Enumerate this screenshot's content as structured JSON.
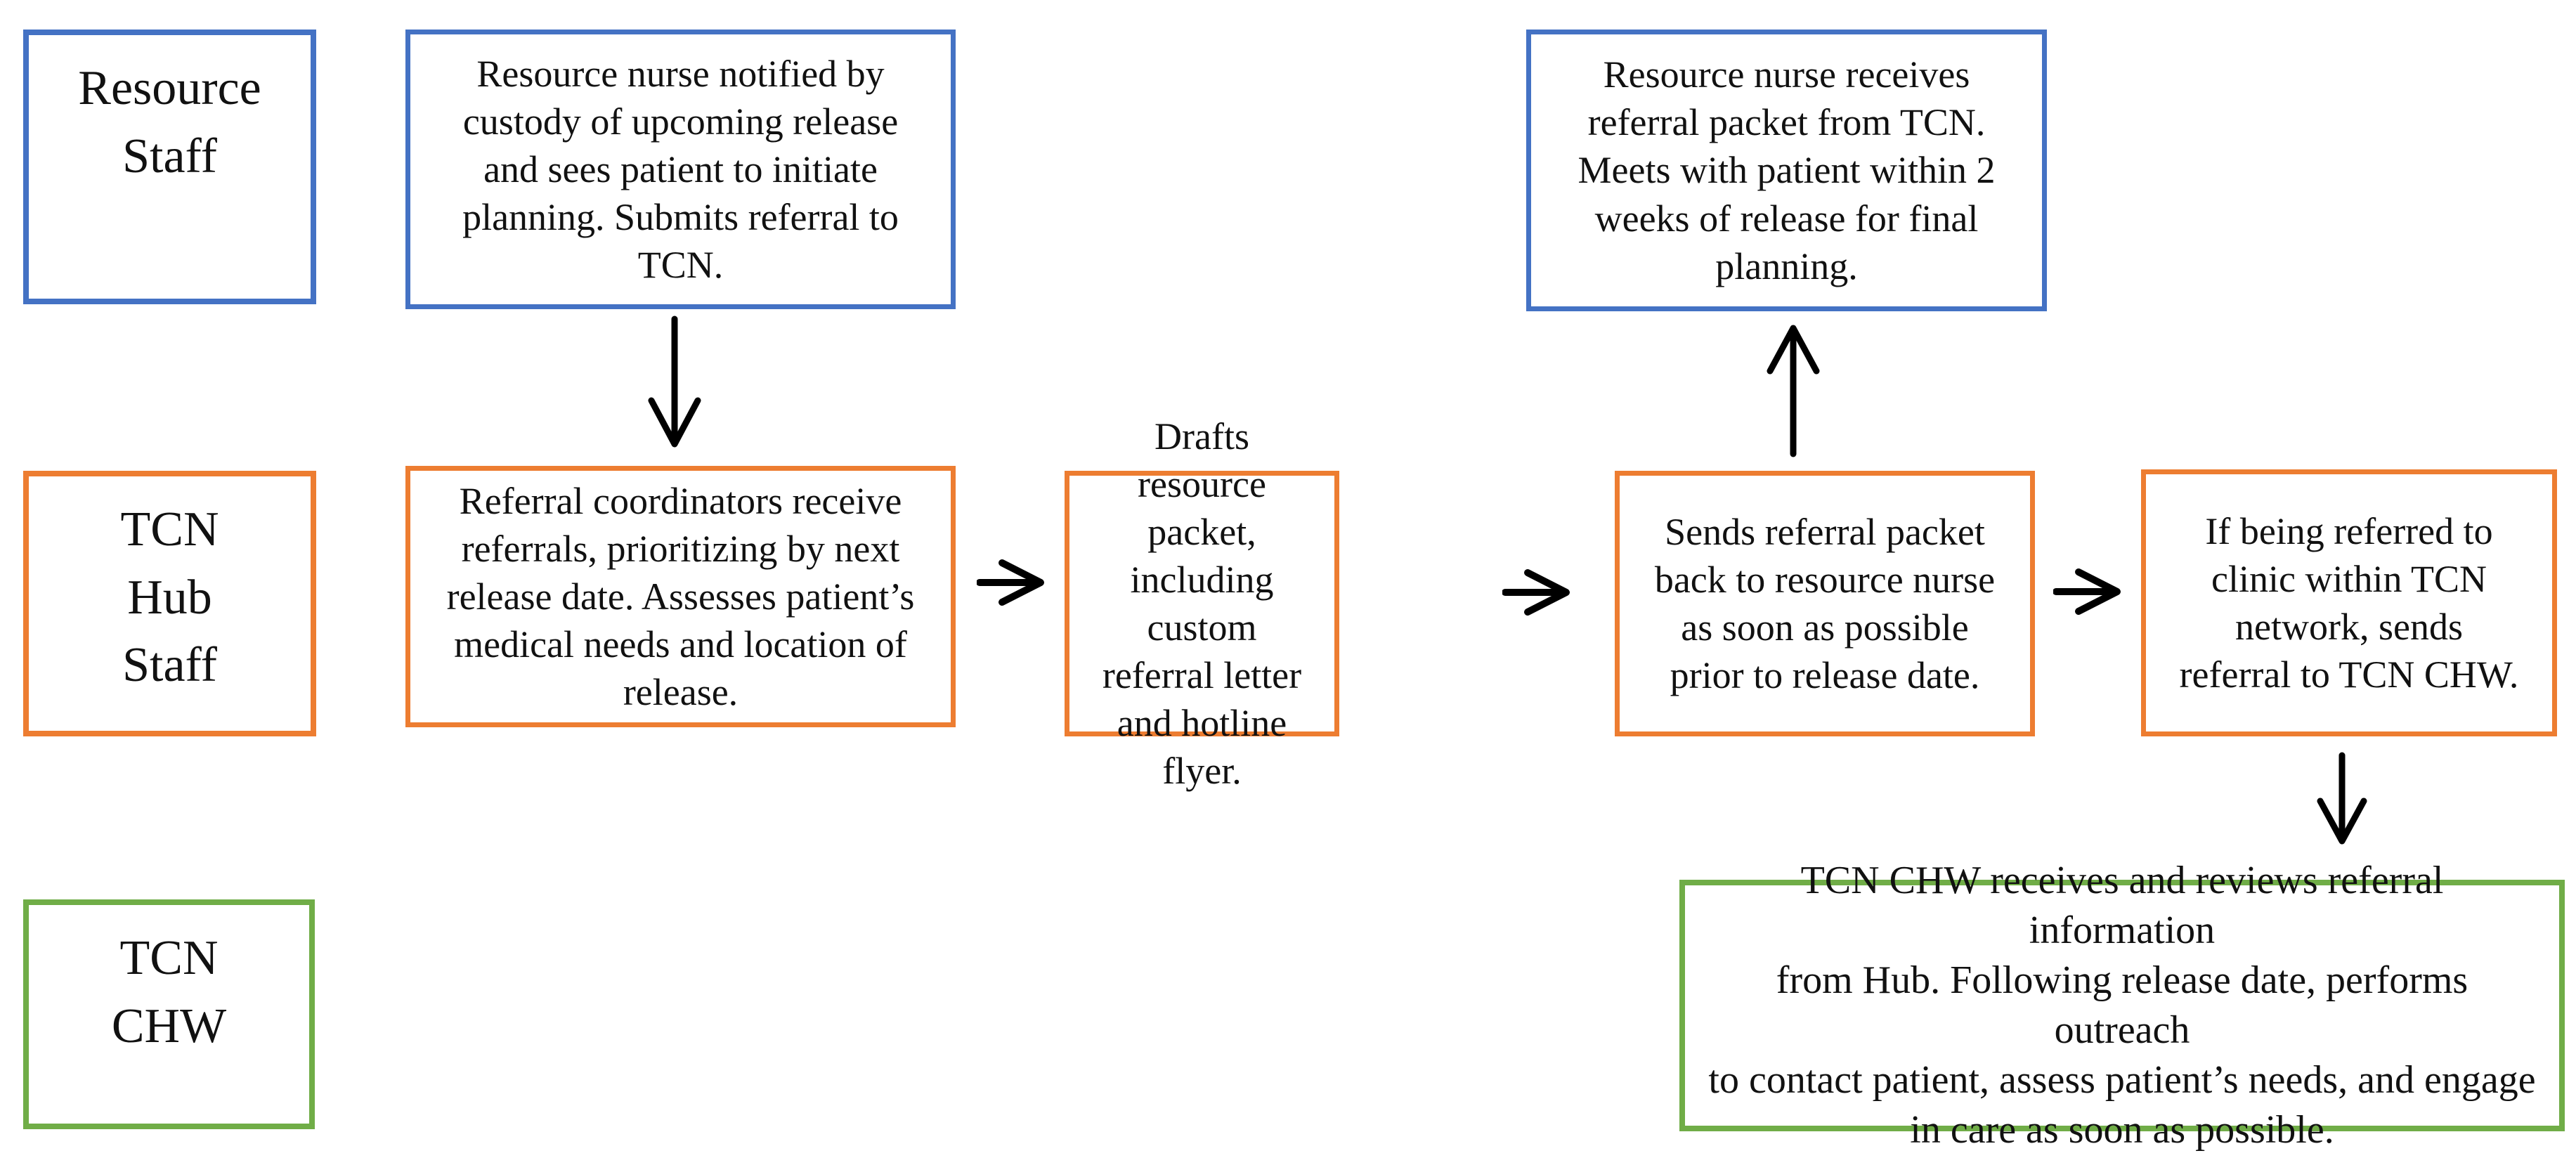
{
  "diagram": {
    "background": "#ffffff",
    "colors": {
      "resource_staff_border": "#4472C4",
      "tcn_hub_border": "#ED7D31",
      "tcn_chw_border": "#70AD47",
      "arrow": "#000000",
      "text": "#111111"
    },
    "lanes": [
      {
        "id": "resource-staff",
        "role": "Resource Staff",
        "lines": [
          "Resource",
          "Staff"
        ]
      },
      {
        "id": "tcn-hub-staff",
        "role": "TCN Hub Staff",
        "lines": [
          "TCN",
          "Hub",
          "Staff"
        ]
      },
      {
        "id": "tcn-chw",
        "role": "TCN CHW",
        "lines": [
          "TCN",
          "CHW"
        ]
      }
    ],
    "steps": [
      {
        "id": "nurse-initiates",
        "lane": "Resource Staff",
        "text": "Resource nurse notified by custody of upcoming release and sees patient to initiate planning. Submits referral to TCN.",
        "lines": [
          "Resource nurse notified by",
          "custody of upcoming release",
          "and sees patient to initiate",
          "planning. Submits referral to",
          "TCN."
        ]
      },
      {
        "id": "hub-receives-referrals",
        "lane": "TCN Hub Staff",
        "text": "Referral coordinators receive referrals, prioritizing by next release date. Assesses patient’s medical needs and location of release.",
        "lines": [
          "Referral coordinators receive",
          "referrals, prioritizing by next",
          "release date. Assesses patient’s",
          "medical needs and location of",
          "release."
        ]
      },
      {
        "id": "drafts-resource-packet",
        "lane": "TCN Hub Staff",
        "text": "Drafts resource packet, including custom referral letter and hotline flyer.",
        "lines": [
          "Drafts resource",
          "packet, including",
          "custom referral letter",
          "and hotline flyer."
        ]
      },
      {
        "id": "sends-packet-back",
        "lane": "TCN Hub Staff",
        "text": "Sends referral packet back to resource nurse as soon as possible prior to release date.",
        "lines": [
          "Sends referral packet",
          "back to resource nurse",
          "as soon as possible",
          "prior to release date."
        ]
      },
      {
        "id": "nurse-receives-packet",
        "lane": "Resource Staff",
        "text": "Resource nurse receives referral packet from TCN. Meets with patient within 2 weeks of release for final planning.",
        "lines": [
          "Resource nurse receives",
          "referral packet from TCN.",
          "Meets with patient within 2",
          "weeks of release for final",
          "planning."
        ]
      },
      {
        "id": "refers-to-tcn-chw",
        "lane": "TCN Hub Staff",
        "text": "If being referred to clinic within TCN network, sends referral to TCN CHW.",
        "lines": [
          "If being referred to",
          "clinic within TCN",
          "network, sends",
          "referral to TCN CHW."
        ]
      },
      {
        "id": "chw-outreach",
        "lane": "TCN CHW",
        "text": "TCN CHW receives and reviews referral information from Hub. Following release date, performs outreach to contact patient, assess patient’s needs, and engage in care as soon as possible.",
        "lines": [
          "TCN CHW receives and reviews referral information",
          "from Hub. Following release date, performs outreach",
          "to contact patient, assess patient’s needs, and engage",
          "in care as soon as possible."
        ]
      }
    ]
  }
}
